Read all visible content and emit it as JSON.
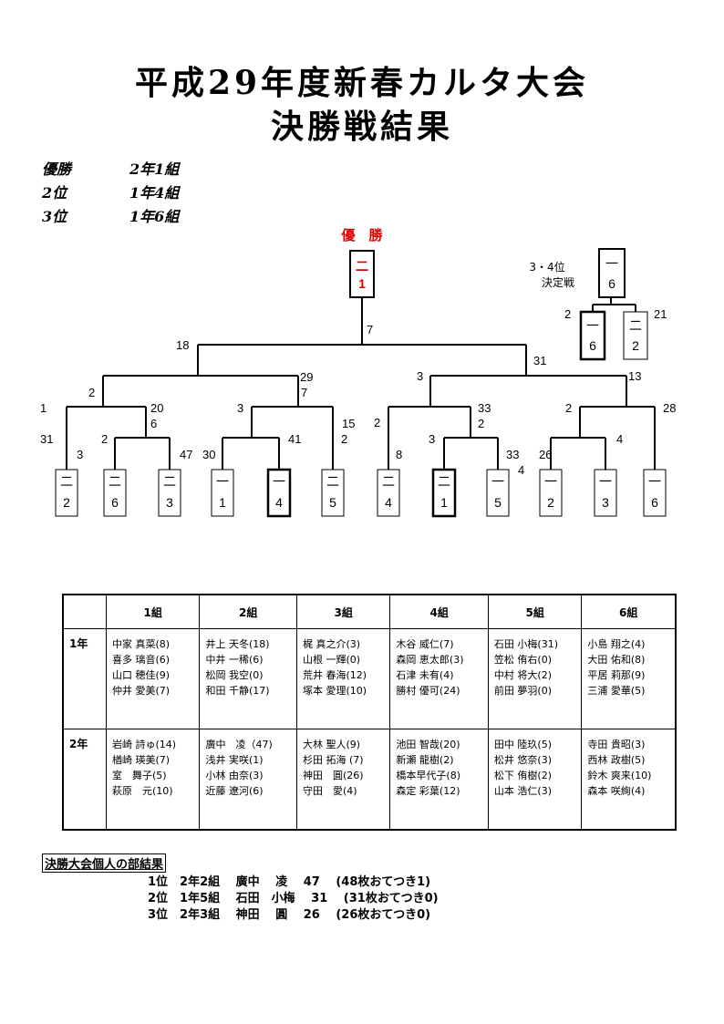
{
  "title_line1": "平成29年度新春カルタ大会",
  "title_line2": "決勝戦結果",
  "rankings": [
    {
      "label": "優勝",
      "value": "2年1組"
    },
    {
      "label": "2位",
      "value": "1年4組"
    },
    {
      "label": "3位",
      "value": "1年6組"
    }
  ],
  "bracket": {
    "champion_label": "優　勝",
    "champion_box": [
      "二",
      "1"
    ],
    "third_place_label_1": "3・4位",
    "third_place_label_2": "決定戦",
    "third_place_winner_box": [
      "一",
      "6"
    ],
    "third_place_boxes": [
      {
        "grade": "一",
        "cls": "6"
      },
      {
        "grade": "二",
        "cls": "2"
      }
    ],
    "third_place_scores": [
      "2",
      "21"
    ],
    "teams": [
      {
        "grade": "二",
        "cls": "2"
      },
      {
        "grade": "二",
        "cls": "6"
      },
      {
        "grade": "二",
        "cls": "3"
      },
      {
        "grade": "一",
        "cls": "1"
      },
      {
        "grade": "一",
        "cls": "4"
      },
      {
        "grade": "二",
        "cls": "5"
      },
      {
        "grade": "二",
        "cls": "4"
      },
      {
        "grade": "二",
        "cls": "1"
      },
      {
        "grade": "一",
        "cls": "5"
      },
      {
        "grade": "一",
        "cls": "2"
      },
      {
        "grade": "一",
        "cls": "3"
      },
      {
        "grade": "一",
        "cls": "6"
      }
    ],
    "scores": [
      "7",
      "18",
      "31",
      "29",
      "7",
      "3",
      "13",
      "1",
      "2",
      "20",
      "6",
      "3",
      "15",
      "2",
      "2",
      "33",
      "2",
      "2",
      "28",
      "31",
      "3",
      "2",
      "47",
      "30",
      "41",
      "8",
      "3",
      "33",
      "4",
      "26",
      "4"
    ]
  },
  "table": {
    "headers": [
      "",
      "1組",
      "2組",
      "3組",
      "4組",
      "5組",
      "6組"
    ],
    "rows": [
      {
        "year": "1年",
        "cells": [
          [
            "中家 真菜(8)",
            "喜多 璃音(6)",
            "山口 穂佳(9)",
            "仲井 愛美(7)"
          ],
          [
            "井上 天冬(18)",
            "中井 一稀(6)",
            "松岡 我空(0)",
            "和田 千静(17)"
          ],
          [
            "梶 真之介(3)",
            "山根 一輝(0)",
            "荒井 春海(12)",
            "塚本 愛理(10)"
          ],
          [
            "木谷 威仁(7)",
            "森岡 恵太郎(3)",
            "石津 未有(4)",
            "勝村 優可(24)"
          ],
          [
            "石田 小梅(31)",
            "笠松 侑右(0)",
            "中村 将大(2)",
            "前田 夢羽(0)"
          ],
          [
            "小島 翔之(4)",
            "大田 佑和(8)",
            "平居 莉那(9)",
            "三浦 愛華(5)"
          ]
        ]
      },
      {
        "year": "2年",
        "cells": [
          [
            "岩崎 詩ゅ(14)",
            "楢崎 瑛美(7)",
            "室　舞子(5)",
            "萩原　元(10)"
          ],
          [
            "廣中　凌（47)",
            "浅井 実咲(1)",
            "小林 由奈(3)",
            "近藤 遼河(6)"
          ],
          [
            "大林 聖人(9)",
            "杉田 拓海 (7)",
            "神田　圓(26)",
            "守田　愛(4)"
          ],
          [
            "池田 智哉(20)",
            "新瀬 龍樹(2)",
            "橋本早代子(8)",
            "森定 彩葉(12)"
          ],
          [
            "田中 陸玖(5)",
            "松井 悠奈(3)",
            "松下 侑樹(2)",
            "山本 浩仁(3)"
          ],
          [
            "寺田 貴昭(3)",
            "西林 政樹(5)",
            "鈴木 爽来(10)",
            "森本 咲絢(4)"
          ]
        ]
      }
    ]
  },
  "individual": {
    "heading": "決勝大会個人の部結果",
    "rows": [
      "1位　2年2組　 廣中　 凌　 47　 (48枚おてつき1)",
      "2位　1年5組　 石田　小梅　 31　 (31枚おてつき0)",
      "3位　2年3組　 神田　 圓　 26　 (26枚おてつき0)"
    ]
  },
  "colors": {
    "champion": "#e00000",
    "line": "#000000"
  }
}
